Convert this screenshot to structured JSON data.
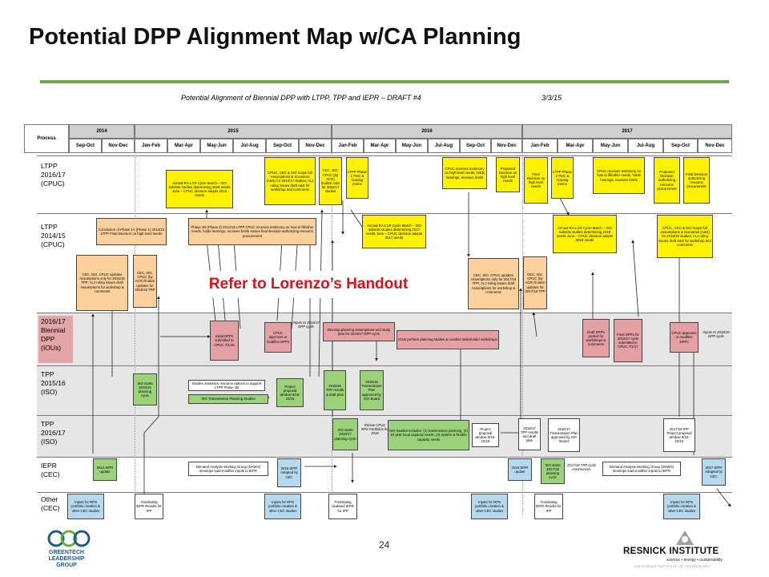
{
  "slide": {
    "title": "Potential DPP Alignment Map w/CA Planning",
    "page_number": "24",
    "callout": "Refer to Lorenzo’s Handout"
  },
  "diagram": {
    "title": "Potential Alignment of Biennial DPP with LTPP, TPP and IEPR – DRAFT #4",
    "date": "3/3/15",
    "process_header": "Process",
    "years": [
      "2014",
      "2015",
      "2016",
      "2017"
    ],
    "periods": [
      "Sep-Oct",
      "Nov-Dec",
      "Jan-Feb",
      "Mar-Apr",
      "May-Jun",
      "Jul-Aug",
      "Sep-Oct",
      "Nov-Dec",
      "Jan-Feb",
      "Mar-Apr",
      "May-Jun",
      "Jul-Aug",
      "Sep-Oct",
      "Nov-Dec",
      "Jan-Feb",
      "Mar-Apr",
      "May-Jun",
      "Jul-Aug",
      "Sep-Oct",
      "Nov-Dec"
    ],
    "lanes": [
      {
        "label": "LTPP\n2016/17\n(CPUC)"
      },
      {
        "label": "LTPP\n2014/15\n(CPUC)"
      },
      {
        "label": "2016/17\nBiennial\nDPP\n(IOUs)"
      },
      {
        "label": "TPP\n2015/16\n(ISO)"
      },
      {
        "label": "TPP\n2016/17\n(ISO)"
      },
      {
        "label": "IEPR\n(CEC)"
      },
      {
        "label": "Other\n(CEC)"
      }
    ],
    "boxes": [
      "Annual RA-LCR Cycle March – ISO submits studies determining 2016 needs June – CPUC decision adopts 2016 needs",
      "CPUC, CEC & ISO scope full Assumptions & Scenarios (A&S) for 2016/17 studies; ALJ ruling issues draft A&S for workshop and comments",
      "CEC, ISO, CPUC (by ACR) finalize A&S for 2016/17 studies",
      "LTPP Phase 1 PHC & scoping memo",
      "CPUC receives testimony on high level needs, holds hearings, receives briefs",
      "Proposed Decision on high level needs",
      "Final Decision on high level needs",
      "LTPP Phase 2 PHC & scoping memo",
      "CPUC receives testimony on how to fill/other needs, holds hearings, receives briefs",
      "Proposed Decision authorizing resource procurement",
      "Final Decision authorizing resource procurement",
      "Conclusion of Phase 1A (Phase 1) 2014/15 LTPP Final Decision on high level needs",
      "Phase 1B (Phase 2) 2014/15 LTPP CPUC receives testimony on how to fill/other needs, holds hearings, receives briefs Issues final decision authorizing resource procurement",
      "Annual RA-LCR Cycle March – ISO submits studies determining 2017 needs June – CPUC decision adopts 2017 needs",
      "Annual RA-LCR Cycle March – ISO submits studies determining 2018 needs June – CPUC decision adopts 2018 needs",
      "CPUC, CEC & ISO scope full Assumptions & Scenarios (A&S) for 2018/19 studies; ALJ ruling issues draft A&S for workshop and comments",
      "CEC, ISO, CPUC updates Assumptions only for 2015/16 TPP; ALJ ruling issues draft Assumptions for workshop & comments",
      "CEC, ISO, CPUC (by ACR) finalize updates for 2015/16 TPP",
      "CEC, ISO, CPUC updates Assumptions only for 2017/18 TPP; ALJ ruling issues draft Assumptions for workshop & comments",
      "CEC, ISO, CPUC (by ACR) finalize updates for 2017/18 TPP",
      "Initial DPPs submitted to CPUC 7/1/15",
      "CPUC approves or modifies DPPs",
      "Develop planning assumptions and study plan for 2016/17 DPP cycle",
      "IOUs perform planning studies & conduct stakeholder workshops",
      "Draft DPPs posted for workshops & comments",
      "Final DPPs for 2016/17 cycle submitted to CPUC 7/1/17",
      "CPUC approves or modifies DPPs",
      "ISO starts 2015/16 planning cycle",
      "Studies assesses resource options to support LTPP Phase 1B",
      "ISO Transmission Planning Studies",
      "Project proposal window 8/15-10/15",
      "2015/16 TPP results & draft plan",
      "2015/16 Transmission Plan approved by ISO Board",
      "ISO starts 2016/17 planning cycle",
      "ISO Studies includes: (1) transmission planning, (2) 10-year local capacity needs, (3) system & flexible capacity needs",
      "Project proposal window 8/15-10/15",
      "2016/17 TPP results and draft plan",
      "2016/17 Transmission Plan approved by ISO Board",
      "ISO starts 2017/18 planning cycle",
      "2017/18 IPP Project proposal window 8/15-10/15",
      "2014 IEPR update",
      "Demand Analysis Working Group (DAWG) develops load-modifier inputs to IEPR",
      "2015 IEPR Adopted by CEC",
      "2016 IEPR update",
      "Demand Analysis Working Group (DAWG) develops load-modifier inputs to IEPR",
      "2017 IEPR Adopted by CEC",
      "Inputs for RPS portfolio creation & other CEC studies",
      "Translating IEPR Results for IPP",
      "Inputs for RPS portfolio creation & other CEC studies",
      "Translating Updated IEPR for IPP",
      "Inputs for RPS portfolio creation & other CEC studies",
      "Translating IEPR Results for IPP",
      "Inputs for RPS portfolio creation & other CEC studies"
    ],
    "notes": [
      "Inputs to 2016/17 DPP cycle",
      "Inputs to 2018/19 DPP cycle",
      "Renew CPUC RPS Portfolios for 2016",
      "2017/18 TPP cycle commences"
    ]
  },
  "logos": {
    "left": "GREENTECH LEADERSHIP GROUP",
    "right": "RESNICK INSTITUTE",
    "right_tagline": "science • energy • sustainability",
    "right_subtitle": "CALIFORNIA INSTITUTE OF TECHNOLOGY"
  },
  "colors": {
    "title_rule": "#6bad45",
    "callout_text": "#e0101a",
    "box_yellow": "#fff200",
    "box_orange": "#fcd09a",
    "box_pink": "#e4a0a2",
    "box_green": "#9bd27a",
    "box_blue": "#b6d9ef"
  }
}
